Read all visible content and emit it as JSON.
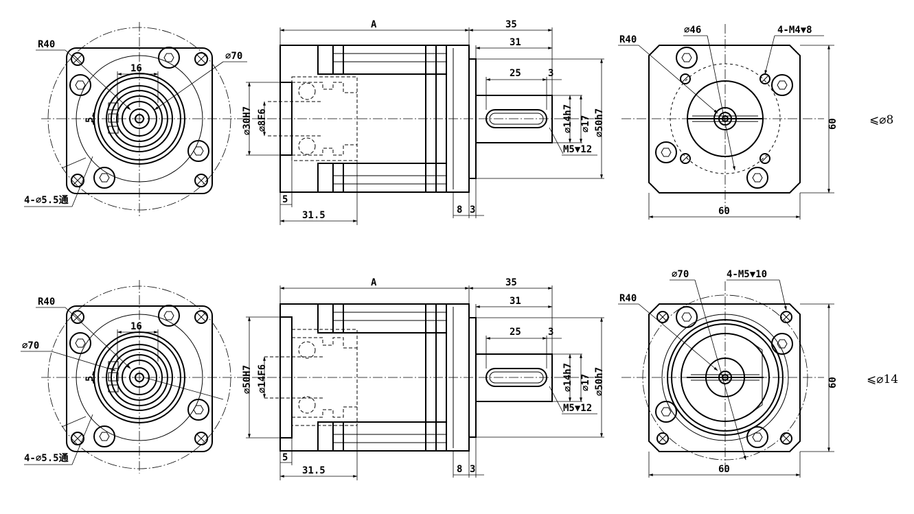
{
  "drawing_1": {
    "front": {
      "r40": "R40",
      "d16": "16",
      "d5": "5",
      "d70": "⌀70",
      "holes": "4-⌀5.5通"
    },
    "side": {
      "dimA": "A",
      "d35": "35",
      "d31": "31",
      "d25": "25",
      "d3": "3",
      "d30h7": "⌀30H7",
      "d8f6": "⌀8F6",
      "d14h7": "⌀14h7",
      "d17": "⌀17",
      "d50h7": "⌀50h7",
      "m5": "M5▼12",
      "d5": "5",
      "d31_5": "31.5",
      "d8": "8",
      "d3b": "3"
    },
    "rear": {
      "r40": "R40",
      "d46": "⌀46",
      "m4": "4-M4▼8",
      "d60v": "60",
      "d60h": "60"
    },
    "spec": "⩽⌀8"
  },
  "drawing_2": {
    "front": {
      "r40": "R40",
      "d16": "16",
      "d70": "⌀70",
      "d5": "5",
      "holes": "4-⌀5.5通"
    },
    "side": {
      "dimA": "A",
      "d35": "35",
      "d31": "31",
      "d25": "25",
      "d3": "3",
      "d50h7": "⌀50H7",
      "d14f6": "⌀14F6",
      "d14h7": "⌀14h7",
      "d17": "⌀17",
      "d50h7b": "⌀50h7",
      "m5": "M5▼12",
      "d5": "5",
      "d31_5": "31.5",
      "d8": "8",
      "d3b": "3"
    },
    "rear": {
      "r40": "R40",
      "d70": "⌀70",
      "m5": "4-M5▼10",
      "d60v": "60",
      "d60h": "60"
    },
    "spec": "⩽⌀14"
  }
}
